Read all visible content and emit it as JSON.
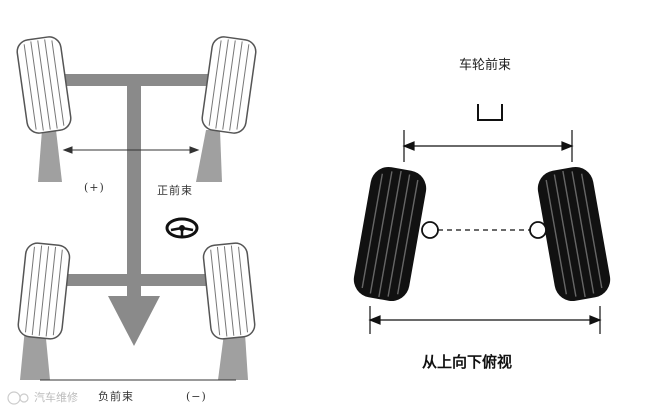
{
  "left_diagram": {
    "toe_in_label": "正前束",
    "toe_out_label": "负前束",
    "plus_label": "(+)",
    "minus_label": "(−)"
  },
  "right_diagram": {
    "title": "车轮前束",
    "caption": "从上向下俯视"
  },
  "watermark": "汽车维修"
}
